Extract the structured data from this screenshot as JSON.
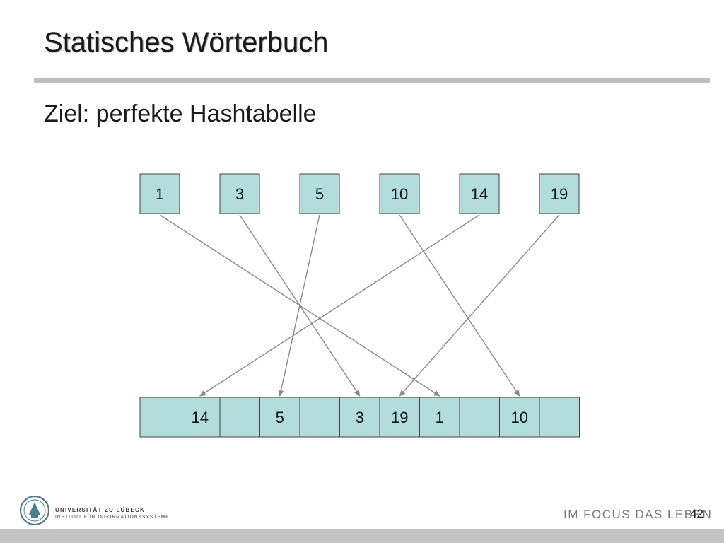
{
  "slide": {
    "title": "Statisches Wörterbuch",
    "subtitle": "Ziel: perfekte Hashtabelle",
    "page_number": "42"
  },
  "colors": {
    "box_fill": "#b3dcdc",
    "box_stroke": "#444444",
    "arrow": "#8a8a8a",
    "rule": "#bdbdbd"
  },
  "keys": [
    "1",
    "3",
    "5",
    "10",
    "14",
    "19"
  ],
  "table": [
    "",
    "14",
    "",
    "5",
    "",
    "3",
    "19",
    "1",
    "",
    "10",
    ""
  ],
  "mapping": [
    {
      "key": "1",
      "slot": 7
    },
    {
      "key": "3",
      "slot": 5
    },
    {
      "key": "5",
      "slot": 3
    },
    {
      "key": "10",
      "slot": 9
    },
    {
      "key": "14",
      "slot": 1
    },
    {
      "key": "19",
      "slot": 6
    }
  ],
  "footer": {
    "university": "UNIVERSITÄT ZU LÜBECK",
    "institute": "INSTITUT FÜR INFORMATIONSSYSTEME",
    "slogan": "IM FOCUS DAS LEBEN",
    "logo_icon": "university-seal-icon"
  }
}
